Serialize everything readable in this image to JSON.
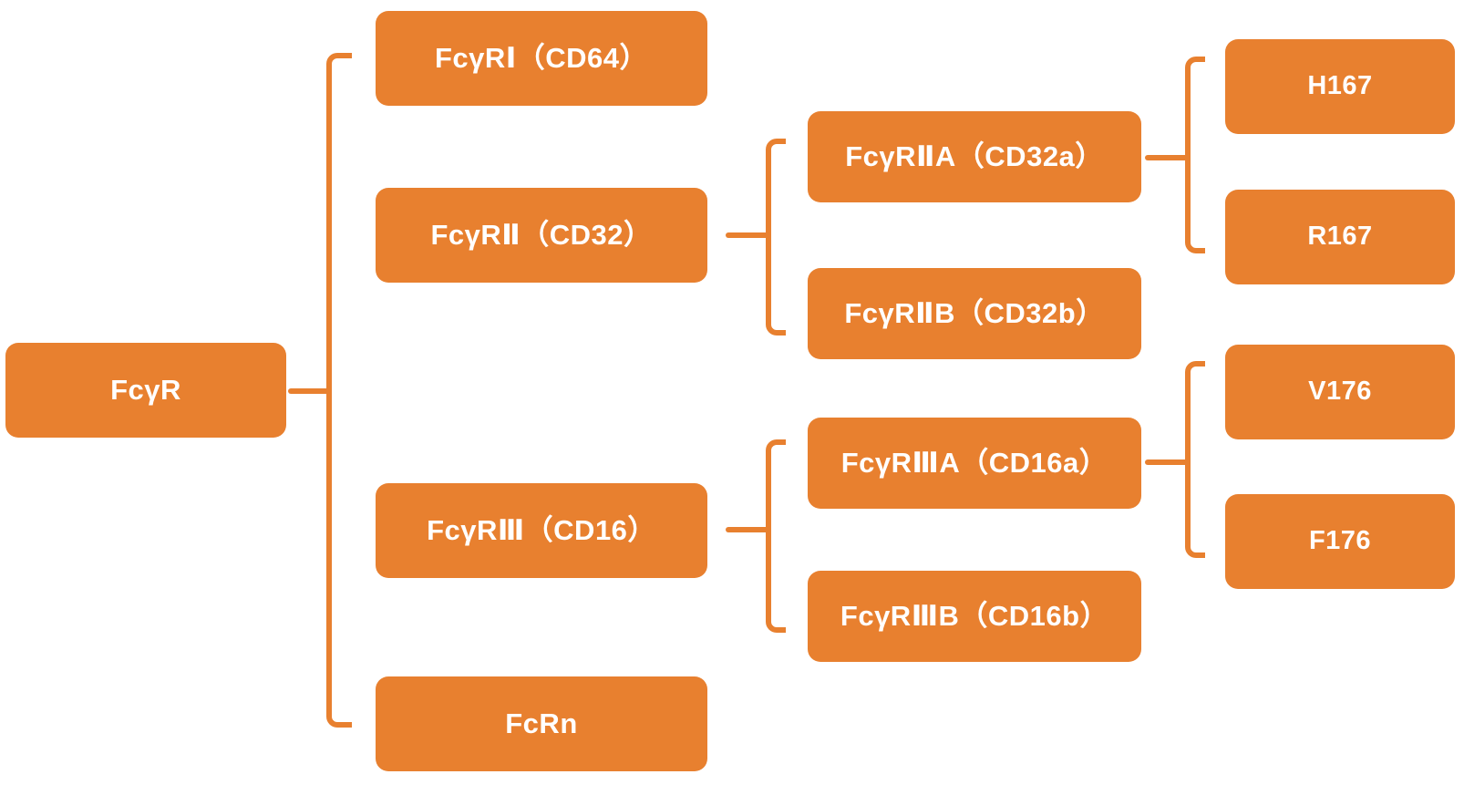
{
  "diagram": {
    "title": "Fc gamma receptor family tree",
    "accent_color": "#E8802F",
    "text_color": "#FFFFFF",
    "background_color": "#FFFFFF",
    "type": "hierarchy-tree",
    "levels": 4
  },
  "nodes": {
    "root": {
      "label": "FcγR"
    },
    "level2": [
      {
        "label": "FcγRⅠ（CD64）"
      },
      {
        "label": "FcγRⅡ（CD32）"
      },
      {
        "label": "FcγRⅢ（CD16）"
      },
      {
        "label": "FcRn"
      }
    ],
    "level3": [
      {
        "label": "FcγRⅡA（CD32a）"
      },
      {
        "label": "FcγRⅡB（CD32b）"
      },
      {
        "label": "FcγRⅢA（CD16a）"
      },
      {
        "label": "FcγRⅢB（CD16b）"
      }
    ],
    "level4": [
      {
        "label": "H167"
      },
      {
        "label": "R167"
      },
      {
        "label": "V176"
      },
      {
        "label": "F176"
      }
    ]
  },
  "edges": [
    {
      "from": "FcγR",
      "to": "FcγRⅠ（CD64）"
    },
    {
      "from": "FcγR",
      "to": "FcγRⅡ（CD32）"
    },
    {
      "from": "FcγR",
      "to": "FcγRⅢ（CD16）"
    },
    {
      "from": "FcγR",
      "to": "FcRn"
    },
    {
      "from": "FcγRⅡ（CD32）",
      "to": "FcγRⅡA（CD32a）"
    },
    {
      "from": "FcγRⅡ（CD32）",
      "to": "FcγRⅡB（CD32b）"
    },
    {
      "from": "FcγRⅢ（CD16）",
      "to": "FcγRⅢA（CD16a）"
    },
    {
      "from": "FcγRⅢ（CD16）",
      "to": "FcγRⅢB（CD16b）"
    },
    {
      "from": "FcγRⅡA（CD32a）",
      "to": "H167"
    },
    {
      "from": "FcγRⅡA（CD32a）",
      "to": "R167"
    },
    {
      "from": "FcγRⅢA（CD16a）",
      "to": "V176"
    },
    {
      "from": "FcγRⅢA（CD16a）",
      "to": "F176"
    }
  ]
}
